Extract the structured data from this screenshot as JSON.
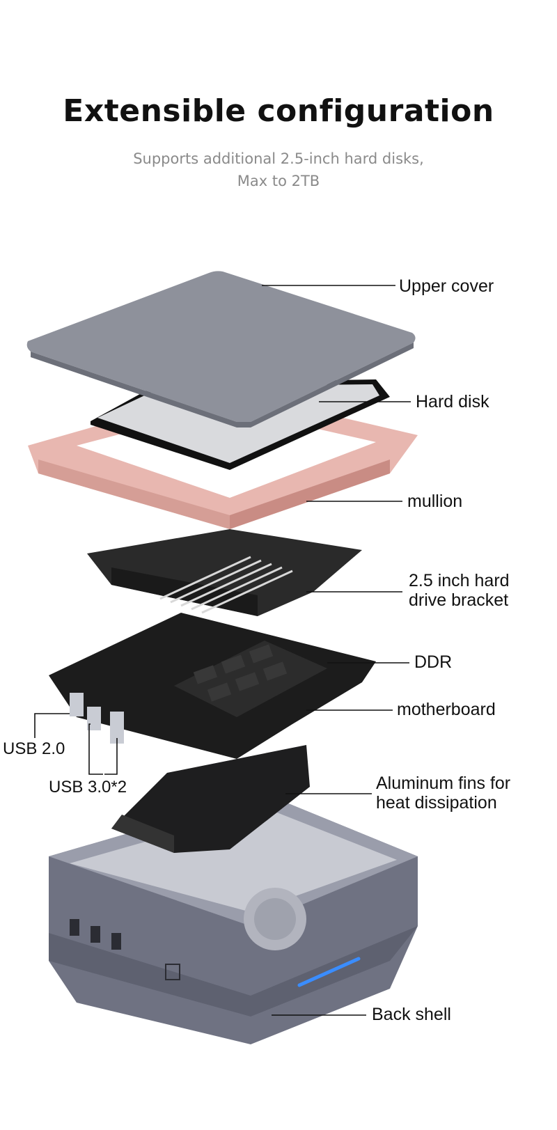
{
  "heading": {
    "title": "Extensible configuration",
    "subtitle_line1": "Supports additional 2.5-inch hard disks,",
    "subtitle_line2": "Max to 2TB"
  },
  "labels": {
    "upper_cover": "Upper cover",
    "hard_disk": "Hard disk",
    "mullion": "mullion",
    "bracket_line1": "2.5 inch hard",
    "bracket_line2": "drive bracket",
    "ddr": "DDR",
    "motherboard": "motherboard",
    "usb2": "USB 2.0",
    "usb3": "USB 3.0*2",
    "fins_line1": "Aluminum fins for",
    "fins_line2": "heat dissipation",
    "back_shell": "Back shell"
  },
  "colors": {
    "upper_cover": "#8e919b",
    "mullion": "#e8b7b0",
    "board": "#1c1c1c",
    "shell": "#7f8291",
    "led": "#3a8dff"
  }
}
